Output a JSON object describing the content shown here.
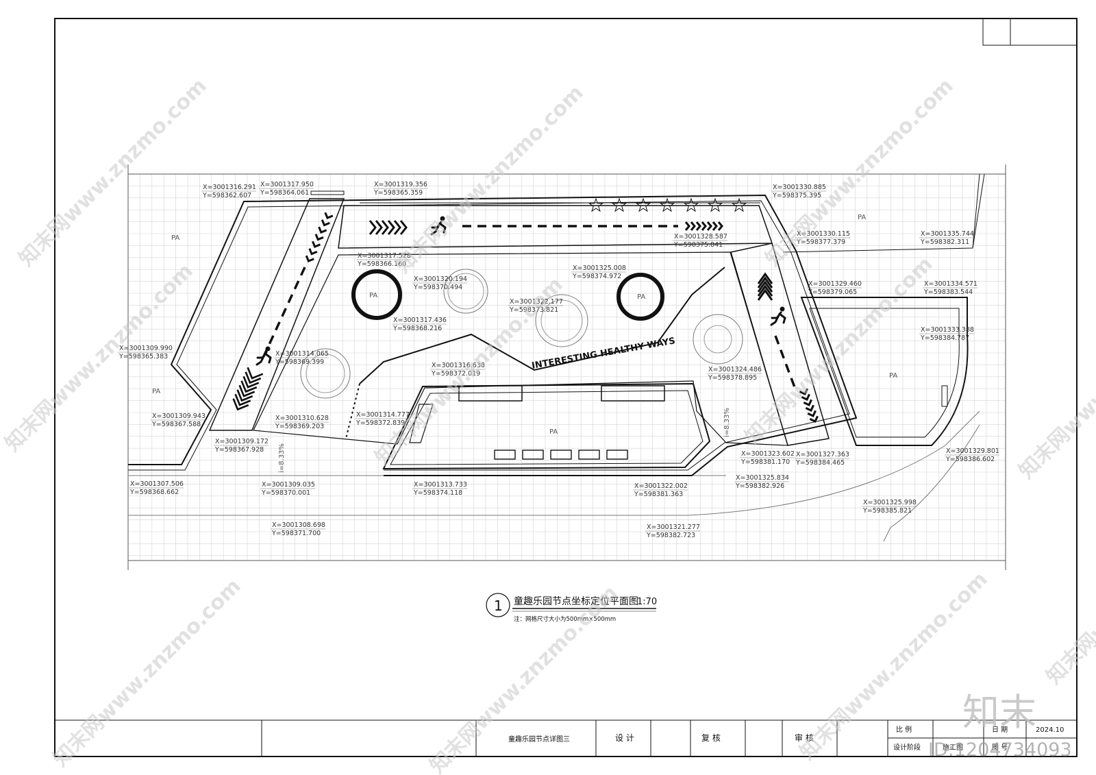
{
  "drawing": {
    "plan_number": "1",
    "plan_title": "童趣乐园节点坐标定位平面图",
    "plan_scale": "1:70",
    "note": "注：网格尺寸大小为500mm×500mm",
    "banner_text": "INTERESTING HEALTHY WAYS",
    "pa_label": "PA",
    "slope_label": "i=8.33%"
  },
  "coordinates": [
    {
      "x": "X=3001316.291",
      "y": "Y=598362.607"
    },
    {
      "x": "X=3001317.950",
      "y": "Y=598364.061"
    },
    {
      "x": "X=3001319.356",
      "y": "Y=598365.359"
    },
    {
      "x": "X=3001330.885",
      "y": "Y=598375.395"
    },
    {
      "x": "X=3001330.115",
      "y": "Y=598377.379"
    },
    {
      "x": "X=3001335.744",
      "y": "Y=598382.311"
    },
    {
      "x": "X=3001328.587",
      "y": "Y=598375.841"
    },
    {
      "x": "X=3001317.528",
      "y": "Y=598366.160"
    },
    {
      "x": "X=3001320.194",
      "y": "Y=598370.494"
    },
    {
      "x": "X=3001325.008",
      "y": "Y=598374.972"
    },
    {
      "x": "X=3001322.177",
      "y": "Y=598373.821"
    },
    {
      "x": "X=3001317.436",
      "y": "Y=598368.216"
    },
    {
      "x": "X=3001329.460",
      "y": "Y=598379.065"
    },
    {
      "x": "X=3001334.571",
      "y": "Y=598383.544"
    },
    {
      "x": "X=3001333.388",
      "y": "Y=598384.787"
    },
    {
      "x": "X=3001309.990",
      "y": "Y=598365.383"
    },
    {
      "x": "X=3001314.065",
      "y": "Y=598369.399"
    },
    {
      "x": "X=3001316.638",
      "y": "Y=598372.019"
    },
    {
      "x": "X=3001324.486",
      "y": "Y=598378.895"
    },
    {
      "x": "X=3001309.943",
      "y": "Y=598367.588"
    },
    {
      "x": "X=3001310.628",
      "y": "Y=598369.203"
    },
    {
      "x": "X=3001314.777",
      "y": "Y=598372.839"
    },
    {
      "x": "X=3001309.172",
      "y": "Y=598367.928"
    },
    {
      "x": "X=3001323.602",
      "y": "Y=598381.170"
    },
    {
      "x": "X=3001327.363",
      "y": "Y=598384.465"
    },
    {
      "x": "X=3001329.801",
      "y": "Y=598386.602"
    },
    {
      "x": "X=3001325.834",
      "y": "Y=598382.926"
    },
    {
      "x": "X=3001307.506",
      "y": "Y=598368.662"
    },
    {
      "x": "X=3001309.035",
      "y": "Y=598370.001"
    },
    {
      "x": "X=3001313.733",
      "y": "Y=598374.118"
    },
    {
      "x": "X=3001322.002",
      "y": "Y=598381.363"
    },
    {
      "x": "X=3001325.998",
      "y": "Y=598385.821"
    },
    {
      "x": "X=3001308.698",
      "y": "Y=598371.700"
    },
    {
      "x": "X=3001321.277",
      "y": "Y=598382.723"
    }
  ],
  "title_block": {
    "drawing_name": "童趣乐园节点详图三",
    "design_label": "设 计",
    "review_label": "复 核",
    "approve_label": "审 核",
    "scale_label": "比 例",
    "date_label": "日 期",
    "date_value": "2024.10",
    "stage_label": "设计阶段",
    "stage_value": "施工图",
    "sheet_label": "图 号"
  },
  "watermark": {
    "site": "知末网www.znzmo.com",
    "brand": "知末",
    "id": "ID:1204734093"
  },
  "colors": {
    "ink": "#111111",
    "grid": "#d4d4d4",
    "thin": "#777777"
  }
}
